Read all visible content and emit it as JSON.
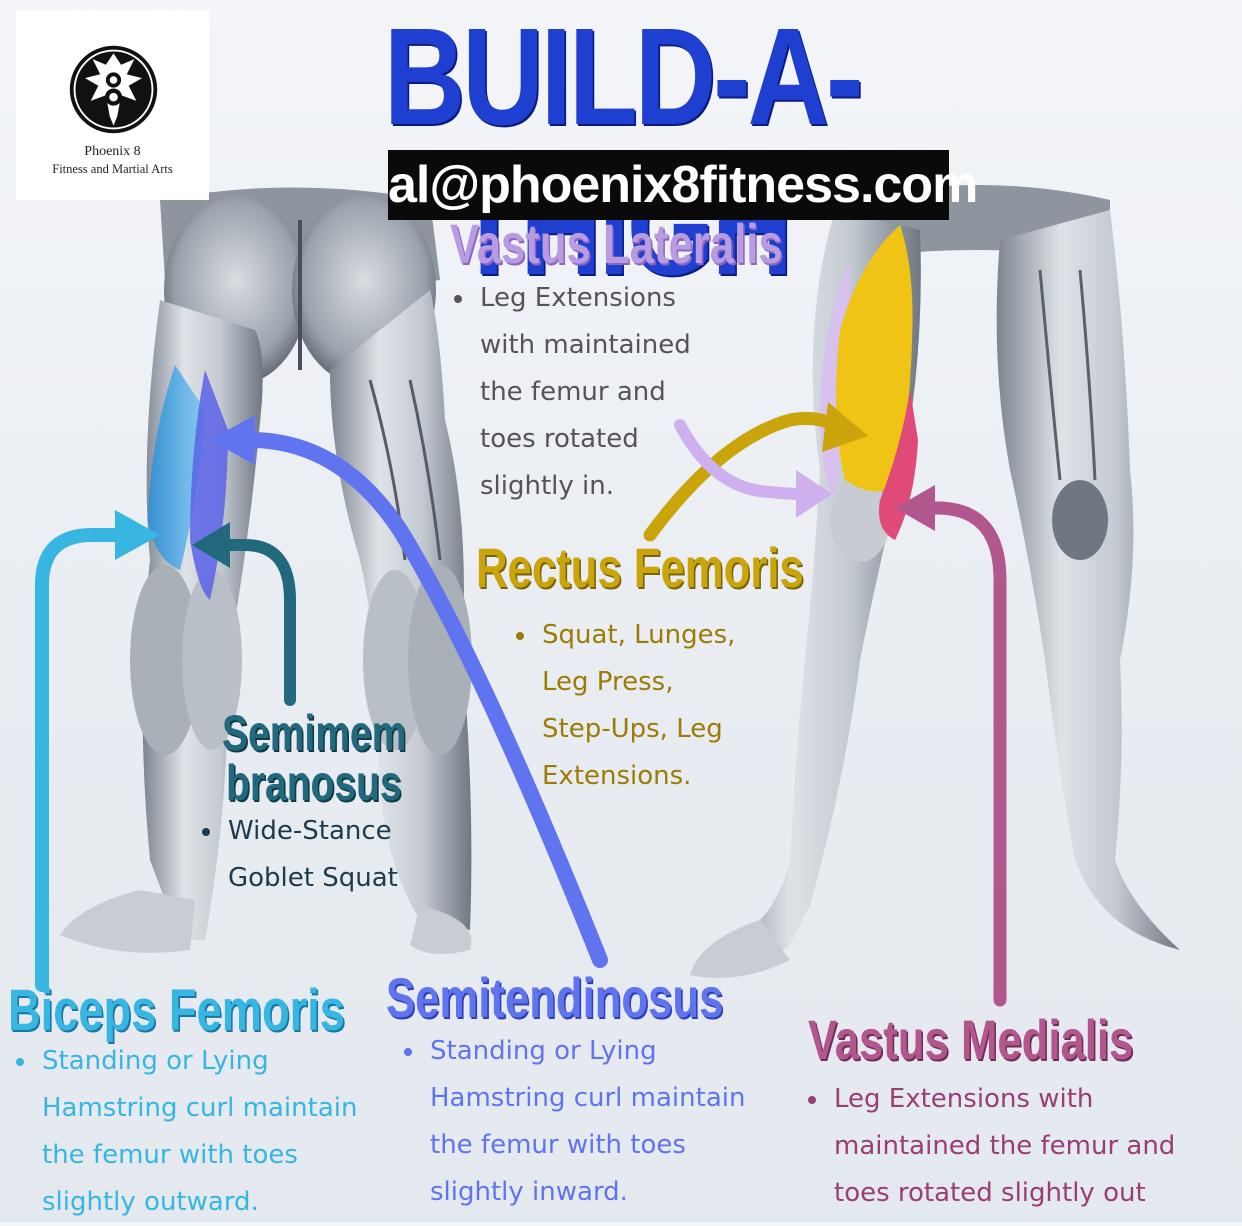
{
  "title": "BUILD-A-THIGH",
  "email": "al@phoenix8fitness.com",
  "logo": {
    "name": "Phoenix 8",
    "subtitle": "Fitness and Martial Arts",
    "emblem": "phoenix-8-emblem"
  },
  "colors": {
    "title": "#1f3fd0",
    "vastus_lateralis": "#b89be0",
    "rectus_femoris": "#c9a40a",
    "vastus_medialis": "#b2578d",
    "semimembranosus": "#22697d",
    "biceps_femoris": "#36b6e0",
    "semitendinosus": "#5f74ee"
  },
  "muscles": {
    "vastus_lateralis": {
      "name": "Vastus Lateralis",
      "exercises": [
        "Leg Extensions with maintained the femur and toes rotated slightly in."
      ],
      "lines": [
        "Leg Extensions",
        "with maintained",
        "the femur and",
        "toes rotated",
        "slightly in."
      ]
    },
    "rectus_femoris": {
      "name": "Rectus Femoris",
      "exercises": [
        "Squat, Lunges, Leg Press, Step-Ups, Leg Extensions."
      ],
      "lines": [
        "Squat, Lunges,",
        "Leg Press,",
        "Step-Ups, Leg",
        "Extensions."
      ]
    },
    "semimembranosus": {
      "name_line1": "Semimem",
      "name_line2": "branosus",
      "exercises": [
        "Wide-Stance Goblet Squat"
      ],
      "lines": [
        "Wide-Stance",
        "Goblet Squat"
      ]
    },
    "biceps_femoris": {
      "name": "Biceps Femoris",
      "exercises": [
        "Standing or Lying Hamstring curl maintain the femur with toes slightly outward."
      ],
      "lines": [
        "Standing or Lying",
        "Hamstring curl maintain",
        "the femur with toes",
        "slightly outward."
      ]
    },
    "semitendinosus": {
      "name": "Semitendinosus",
      "exercises": [
        "Standing or Lying Hamstring curl maintain the femur with toes slightly inward."
      ],
      "lines": [
        "Standing or Lying",
        "Hamstring curl maintain",
        "the femur with toes",
        "slightly inward."
      ]
    },
    "vastus_medialis": {
      "name": "Vastus Medialis",
      "exercises": [
        "Leg Extensions with maintained the femur and toes rotated slightly out"
      ],
      "lines": [
        "Leg Extensions with",
        "maintained the femur and",
        "toes rotated slightly out"
      ]
    }
  }
}
